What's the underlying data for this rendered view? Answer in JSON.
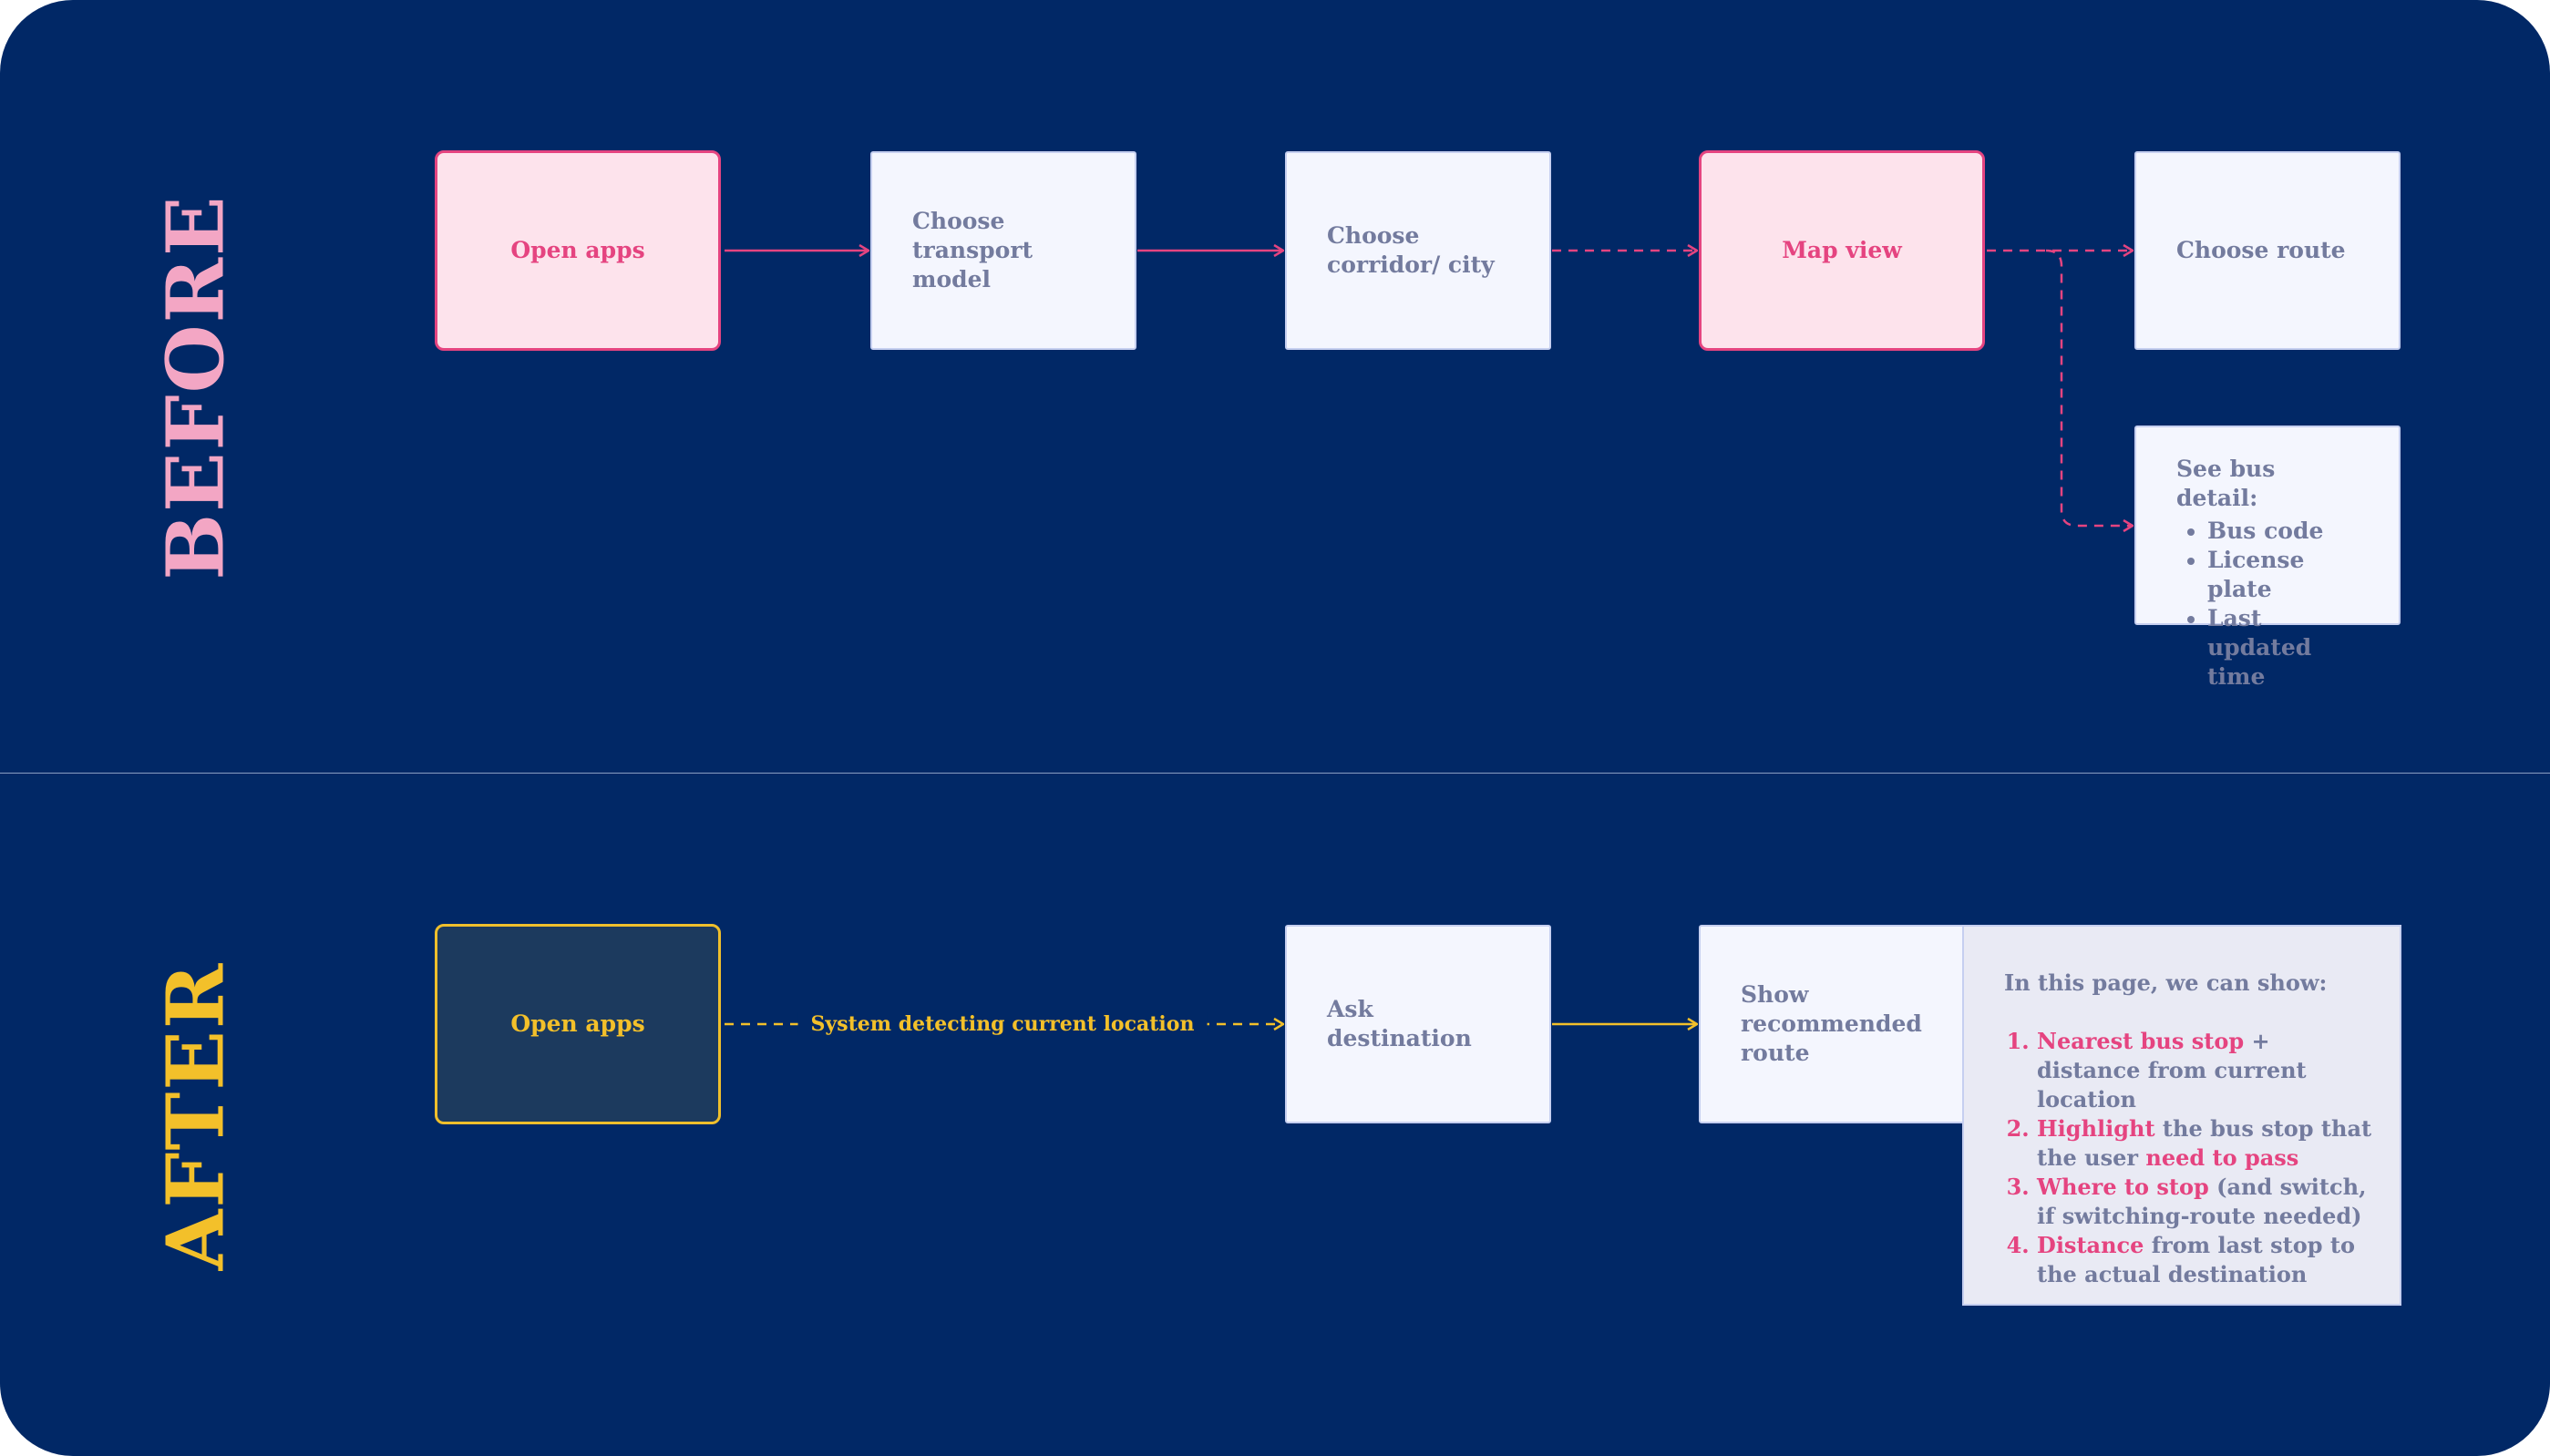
{
  "labels": {
    "before": "BEFORE",
    "after": "AFTER"
  },
  "before": {
    "open_apps": "Open apps",
    "choose_transport": "Choose transport model",
    "choose_corridor": "Choose corridor/ city",
    "map_view": "Map view",
    "choose_route": "Choose route",
    "bus_detail": {
      "title": "See bus detail:",
      "items": [
        "Bus code",
        "License plate",
        "Last updated time"
      ]
    }
  },
  "after": {
    "open_apps": "Open apps",
    "connector_label": "System detecting current location",
    "ask_destination": "Ask destination",
    "show_route": "Show recommended route",
    "panel": {
      "intro": "In this page, we can show:",
      "item1_hl": "Nearest bus stop",
      "item1_rest": " + distance from current location",
      "item2_hl": "Highlight",
      "item2_mid": " the bus stop that the user ",
      "item2_hl2": "need to pass",
      "item3_hl": "Where to stop",
      "item3_rest": " (and switch, if switching-route needed)",
      "item4_hl": "Distance",
      "item4_rest": " from last stop to the actual destination"
    }
  },
  "colors": {
    "background": "#012866",
    "pink": "#e54480",
    "yellow": "#f3c02a",
    "box_text": "#737b9e"
  }
}
